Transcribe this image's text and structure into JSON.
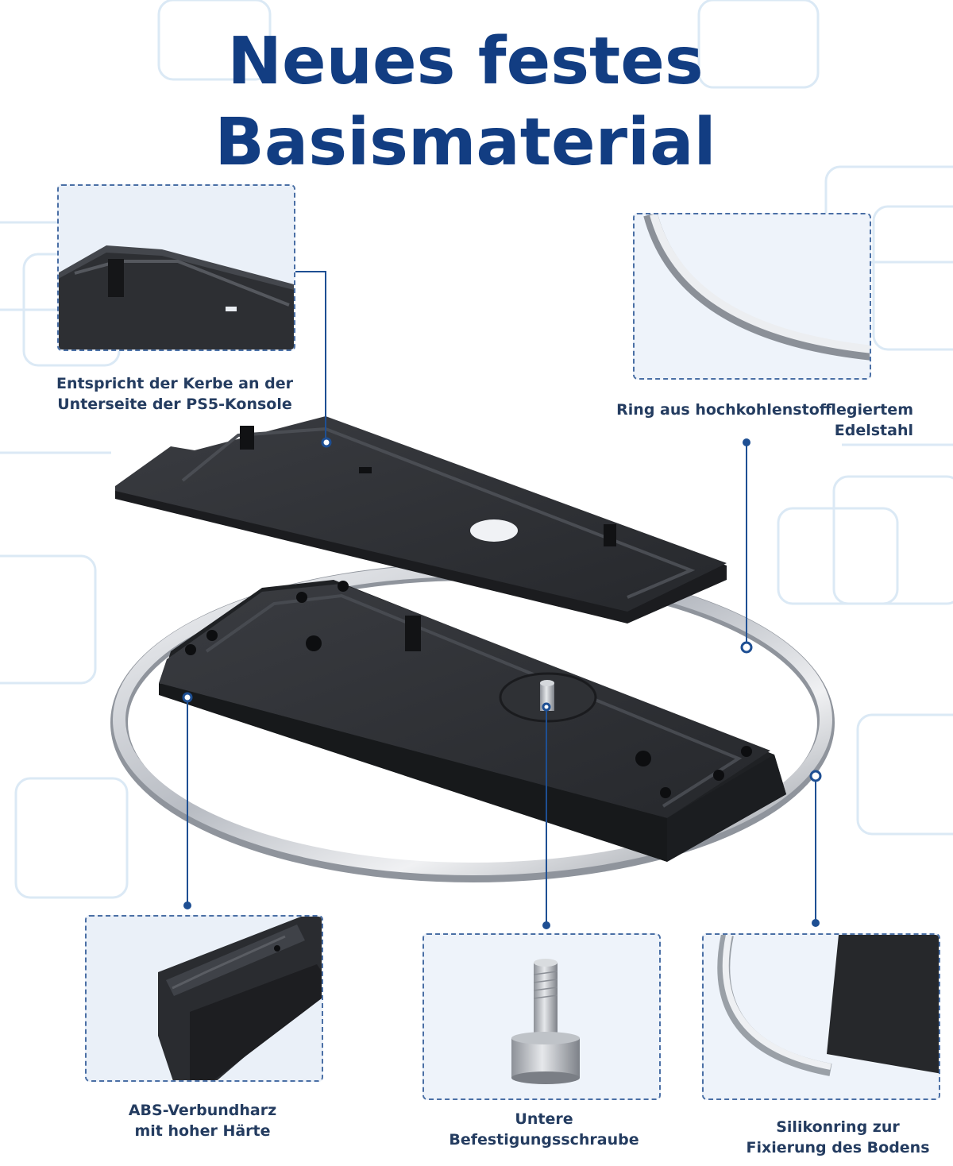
{
  "title": {
    "line1": "Neues festes",
    "line2": "Basismaterial"
  },
  "callouts": {
    "notch": {
      "line1": "Entspricht der Kerbe an der",
      "line2": "Unterseite der PS5-Konsole"
    },
    "ring": {
      "line1": "Ring aus hochkohlenstofflegiertem",
      "line2": "Edelstahl"
    },
    "abs": {
      "line1": "ABS-Verbundharz",
      "line2": "mit hoher Härte"
    },
    "screw": {
      "line1": "Untere",
      "line2": "Befestigungsschraube"
    },
    "silicone": {
      "line1": "Silikonring zur",
      "line2": "Fixierung des Bodens"
    }
  },
  "colors": {
    "title": "#123d82",
    "label": "#243c60",
    "callout_line": "#1e4f93",
    "plate": "#2b2d31",
    "ring": "#c9ccd1"
  }
}
